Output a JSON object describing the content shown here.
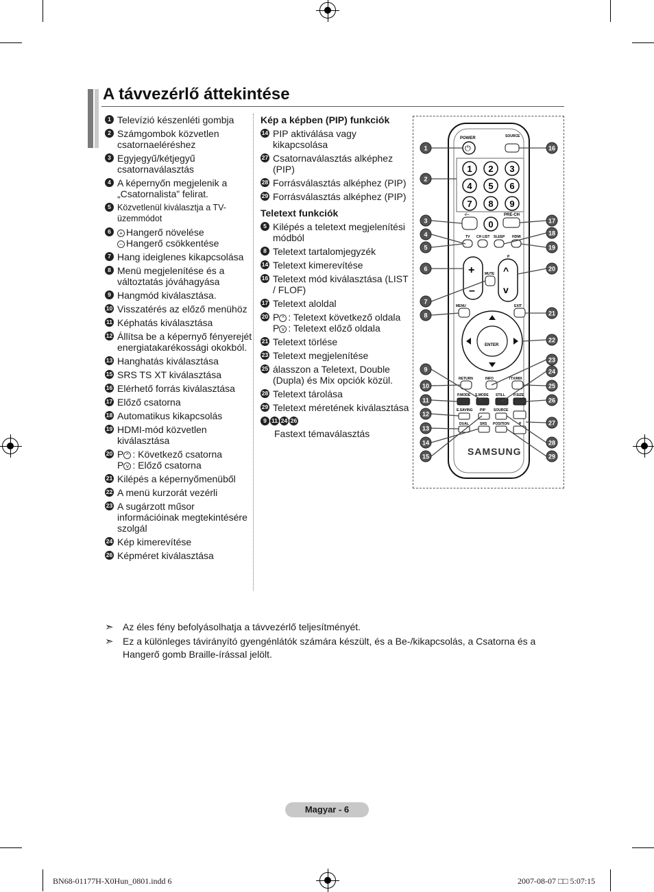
{
  "page": {
    "title": "A távvezérlő áttekintése",
    "page_badge": "Magyar - 6",
    "footer_left": "BN68-01177H-X0Hun_0801.indd   6",
    "footer_right": "2007-08-07   □□ 5:07:15"
  },
  "col1": [
    {
      "n": "1",
      "t": "Televízió készenléti gombja"
    },
    {
      "n": "2",
      "t": "Számgombok közvetlen csatornaeléréshez"
    },
    {
      "n": "3",
      "t": "Egyjegyű/kétjegyű csatornaválasztás"
    },
    {
      "n": "4",
      "t": "A képernyőn megjelenik a „Csatornalista” felirat."
    },
    {
      "n": "5",
      "t": "Közvetlenül kiválasztja a TV-üzemmódot",
      "small": true
    },
    {
      "n": "6",
      "t": "Hangerő növelése",
      "t2": "Hangerő csökkentése"
    },
    {
      "n": "7",
      "t": "Hang ideiglenes kikapcsolása"
    },
    {
      "n": "8",
      "t": "Menü megjelenítése és a változtatás jóváhagyása"
    },
    {
      "n": "9",
      "t": "Hangmód kiválasztása."
    },
    {
      "n": "10",
      "t": "Visszatérés az előző menühöz"
    },
    {
      "n": "11",
      "t": "Képhatás kiválasztása"
    },
    {
      "n": "12",
      "t": "Állítsa be a képernyő fényerejét energiatakarékossági okokból."
    },
    {
      "n": "13",
      "t": "Hanghatás kiválasztása"
    },
    {
      "n": "15",
      "t": "SRS TS XT kiválasztása"
    },
    {
      "n": "16",
      "t": "Elérhető forrás kiválasztása"
    },
    {
      "n": "17",
      "t": "Előző csatorna"
    },
    {
      "n": "18",
      "t": "Automatikus kikapcsolás"
    },
    {
      "n": "19",
      "t": "HDMI-mód közvetlen kiválasztása"
    },
    {
      "n": "20",
      "t": ": Következő csatorna",
      "t2": ": Előző csatorna"
    },
    {
      "n": "21",
      "t": "Kilépés a képernyőmenüből"
    },
    {
      "n": "22",
      "t": "A menü kurzorát vezérli"
    },
    {
      "n": "23",
      "t": "A sugárzott műsor információinak megtekintésére szolgál"
    },
    {
      "n": "24",
      "t": "Kép kimerevítése"
    },
    {
      "n": "26",
      "t": "Képméret kiválasztása"
    }
  ],
  "col2": {
    "pip_heading": "Kép a képben (PIP) funkciók",
    "pip_items": [
      {
        "n": "14",
        "t": "PIP aktiválása vagy kikapcsolása"
      },
      {
        "n": "27",
        "t": "Csatornaválasztás alképhez (PIP)"
      },
      {
        "n": "28",
        "t": "Forrásválasztás alképhez (PIP)"
      },
      {
        "n": "29",
        "t": "Forrásválasztás alképhez (PIP)"
      }
    ],
    "tt_heading": "Teletext funkciók",
    "tt_items": [
      {
        "n": "5",
        "t": "Kilépés a teletext megjelenítési módból"
      },
      {
        "n": "8",
        "t": "Teletext tartalomjegyzék"
      },
      {
        "n": "14",
        "t": "Teletext kimerevítése"
      },
      {
        "n": "16",
        "t": "Teletext mód kiválasztása (LIST / FLOF)"
      },
      {
        "n": "17",
        "t": "Teletext aloldal"
      },
      {
        "n": "20",
        "t": ": Teletext következő oldala",
        "t2": ": Teletext előző oldala"
      },
      {
        "n": "21",
        "t": "Teletext törlése"
      },
      {
        "n": "23",
        "t": "Teletext megjelenítése"
      },
      {
        "n": "25",
        "t": "álasszon a Teletext, Double (Dupla) és Mix opciók közül."
      },
      {
        "n": "28",
        "t": "Teletext tárolása"
      },
      {
        "n": "29",
        "t": "Teletext méretének kiválasztása"
      }
    ],
    "fastext_nums": [
      "9",
      "11",
      "24",
      "26"
    ],
    "fastext_text": "Fastext témaválasztás"
  },
  "remote": {
    "labels": {
      "power": "POWER",
      "source": "SOURCE",
      "prech": "PRE-CH",
      "dash": "-/--",
      "tv": "TV",
      "chlist": "CH LIST",
      "sleep": "SLEEP",
      "hdmi": "HDMI",
      "mute": "MUTE",
      "p": "P",
      "menu": "MENU",
      "exit": "EXIT",
      "enter": "ENTER",
      "return": "RETURN",
      "info": "INFO",
      "ttx": "TTX/MIX",
      "pmode": "P.MODE",
      "smode": "S.MODE",
      "still": "STILL",
      "psize": "P.SIZE",
      "esaving": "E.SAVING",
      "pip": "PIP",
      "source2": "SOURCE",
      "dual": "DUAL",
      "srs": "SRS",
      "position": "POSITION",
      "p2": "P",
      "brand": "SAMSUNG"
    },
    "digits": [
      "1",
      "2",
      "3",
      "4",
      "5",
      "6",
      "7",
      "8",
      "9",
      "0"
    ],
    "callouts_left": [
      "1",
      "2",
      "3",
      "4",
      "5",
      "6",
      "7",
      "8",
      "9",
      "10",
      "11",
      "12",
      "13",
      "14",
      "15"
    ],
    "callouts_right": [
      "16",
      "17",
      "18",
      "19",
      "20",
      "21",
      "22",
      "23",
      "24",
      "25",
      "26",
      "27",
      "28",
      "29"
    ]
  },
  "notes": [
    "Az éles fény befolyásolhatja a távvezérlő teljesítményét.",
    " Ez a különleges távirányító gyengénlátók számára készült, és a Be-/kikapcsolás, a Csatorna és a Hangerő gomb Braille-írással jelölt."
  ]
}
